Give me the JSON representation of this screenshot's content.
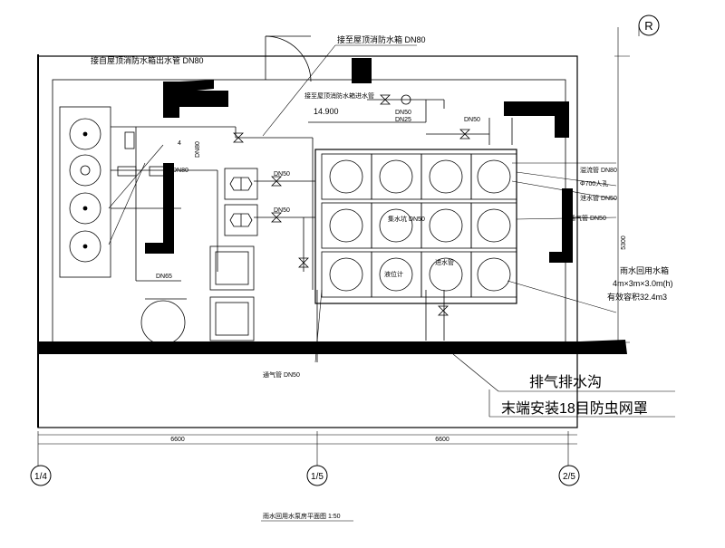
{
  "axes": {
    "top_right": "R",
    "bottom_left": "1/4",
    "bottom_mid": "1/5",
    "bottom_right": "2/5"
  },
  "dimensions": {
    "left_span": "6600",
    "right_span": "6600",
    "right_side": "5300"
  },
  "labels": {
    "pump_outlet": "接自屋顶消防水箱出水管 DN80",
    "to_fire_tank": "接至屋顶消防水箱 DN80",
    "elevation_pipe": "接至屋顶消防水箱进水管",
    "elevation": "14.900",
    "dn50_a": "DN50",
    "dn25": "DN25",
    "dn50_b": "DN50",
    "dn80_a": "DN80",
    "dn80_b": "DN80",
    "dn50_c": "DN50",
    "dn50_d": "DN50",
    "dn65": "DN65",
    "n4": "4",
    "overflow": "溢流管 DN80",
    "manhole": "Φ700人孔",
    "drain": "泄水管 DN50",
    "vent": "通气管 DN50",
    "tank_vent": "集水坑 DN50",
    "level_gauge": "液位计",
    "inlet": "进水管",
    "tank_title": "雨水回用水箱",
    "tank_size": "4m×3m×3.0m(h)",
    "tank_volume": "有效容积32.4m3",
    "exhaust_pipe": "通气管 DN50",
    "exhaust_label": "排气排水沟",
    "insect_net": "末端安装18目防虫网罩",
    "drawing_title": "雨水回用水泵房平面图 1:50"
  }
}
